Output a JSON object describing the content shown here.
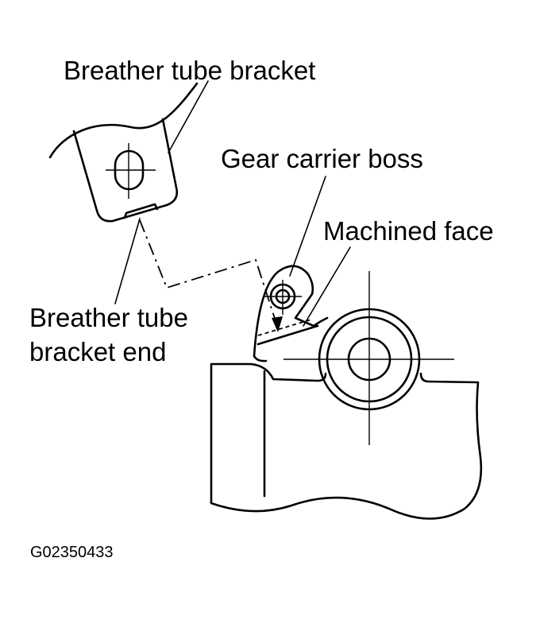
{
  "labels": {
    "breather_tube_bracket": "Breather tube bracket",
    "gear_carrier_boss": "Gear carrier boss",
    "machined_face": "Machined face",
    "bracket_end_line1": "Breather tube",
    "bracket_end_line2": "bracket end",
    "figure_code": "G02350433"
  },
  "colors": {
    "ink": "#000000",
    "background": "#ffffff"
  }
}
